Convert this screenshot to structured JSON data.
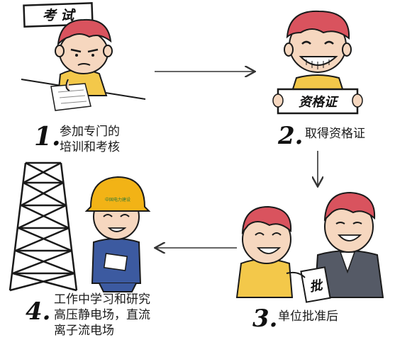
{
  "signs": {
    "exam": "考 试",
    "cert": "资格证",
    "approve": "批",
    "helmet": "中国电力建设"
  },
  "steps": [
    {
      "number": "1.",
      "lines": [
        "参加专门的",
        "培训和考核"
      ]
    },
    {
      "number": "2.",
      "lines": [
        "取得资格证"
      ]
    },
    {
      "number": "3.",
      "lines": [
        "单位批准后"
      ]
    },
    {
      "number": "4.",
      "lines": [
        "工作中学习和研究",
        "高压静电场，直流",
        "离子流电场"
      ]
    }
  ],
  "colors": {
    "hair": "#d9535e",
    "skin": "#f6d7bf",
    "yellow_shirt": "#f3c84a",
    "blue_uniform": "#3c5aa0",
    "helmet": "#f2b316",
    "dark_jacket": "#555a66",
    "outline": "#1a1a1a"
  }
}
